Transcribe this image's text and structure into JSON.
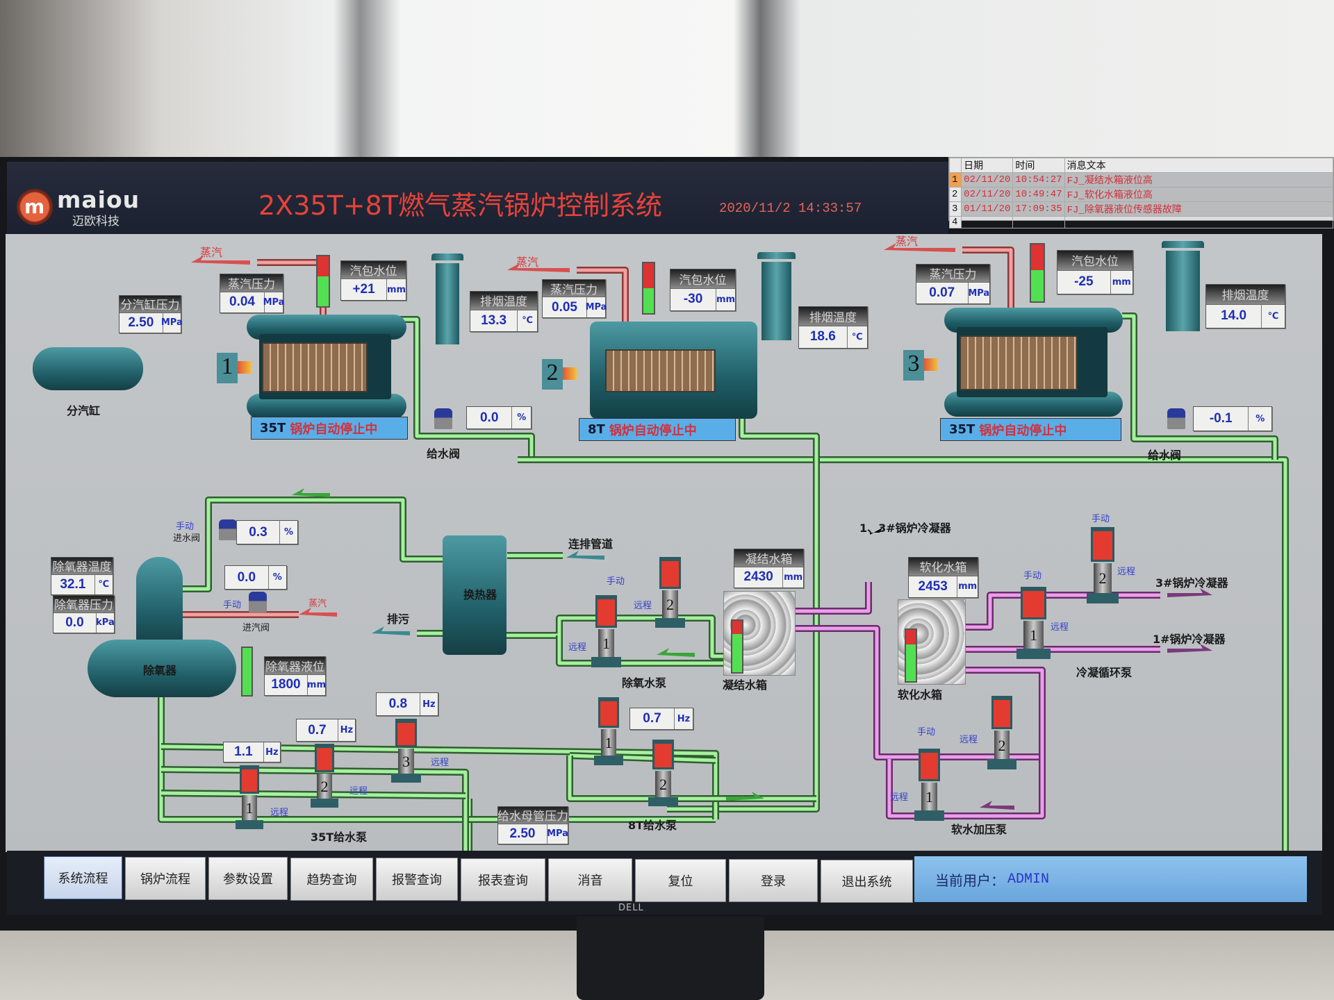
{
  "header": {
    "logo_text": "maiou",
    "logo_mark": "m",
    "logo_cn": "迈欧科技",
    "title": "2X35T+8T燃气蒸汽锅炉控制系统",
    "datetime": "2020/11/2 14:33:57"
  },
  "alarms": {
    "columns": [
      "日期",
      "时间",
      "消息文本"
    ],
    "rows": [
      {
        "n": "1",
        "date": "02/11/20",
        "time": "10:54:27",
        "text": "FJ_凝结水箱液位高"
      },
      {
        "n": "2",
        "date": "02/11/20",
        "time": "10:49:47",
        "text": "FJ_软化水箱液位高"
      },
      {
        "n": "3",
        "date": "01/11/20",
        "time": "17:09:35",
        "text": "FJ_除氧器液位传感器故障"
      },
      {
        "n": "4",
        "date": "",
        "time": "",
        "text": ""
      }
    ]
  },
  "boilers": [
    {
      "number": "1",
      "status_prefix": "35T",
      "status": "锅炉自动停止中",
      "drum_level_fraction": 0.6
    },
    {
      "number": "2",
      "status_prefix": "8T",
      "status": "锅炉自动停止中",
      "drum_level_fraction": 0.5
    },
    {
      "number": "3",
      "status_prefix": "35T",
      "status": "锅炉自动停止中",
      "drum_level_fraction": 0.55
    }
  ],
  "panels": {
    "splitter_pressure": {
      "label": "分汽缸压力",
      "value": "2.50",
      "unit": "MPa"
    },
    "b1_steam_pressure": {
      "label": "蒸汽压力",
      "value": "0.04",
      "unit": "MPa"
    },
    "b1_drum_level": {
      "label": "汽包水位",
      "value": "+21",
      "unit": "mm"
    },
    "b1_flue_temp": {
      "label": "排烟温度",
      "value": "13.3",
      "unit": "℃"
    },
    "b1_feed_valve": {
      "value": "0.0",
      "unit": "%"
    },
    "b2_steam_pressure": {
      "label": "蒸汽压力",
      "value": "0.05",
      "unit": "MPa"
    },
    "b2_drum_level": {
      "label": "汽包水位",
      "value": "-30",
      "unit": "mm"
    },
    "b2_flue_temp": {
      "label": "排烟温度",
      "value": "18.6",
      "unit": "℃"
    },
    "b3_steam_pressure": {
      "label": "蒸汽压力",
      "value": "0.07",
      "unit": "MPa"
    },
    "b3_drum_level": {
      "label": "汽包水位",
      "value": "-25",
      "unit": "mm"
    },
    "b3_flue_temp": {
      "label": "排烟温度",
      "value": "14.0",
      "unit": "℃"
    },
    "b3_feed_valve": {
      "value": "-0.1",
      "unit": "%"
    },
    "inlet_valve": {
      "value": "0.3",
      "unit": "%"
    },
    "deaerator_temp": {
      "label": "除氧器温度",
      "value": "32.1",
      "unit": "℃"
    },
    "deaerator_pressure": {
      "label": "除氧器压力",
      "value": "0.0",
      "unit": "kPa"
    },
    "steam_inlet_valve": {
      "value": "0.0",
      "unit": "%"
    },
    "deaerator_level": {
      "label": "除氧器液位",
      "value": "1800",
      "unit": "mm"
    },
    "condensate_tank": {
      "label": "凝结水箱",
      "value": "2430",
      "unit": "mm"
    },
    "soft_tank": {
      "label": "软化水箱",
      "value": "2453",
      "unit": "mm"
    },
    "pump35_1_freq": {
      "value": "1.1",
      "unit": "Hz"
    },
    "pump35_2_freq": {
      "value": "0.7",
      "unit": "Hz"
    },
    "pump35_3_freq": {
      "value": "0.8",
      "unit": "Hz"
    },
    "pump8_freq": {
      "value": "0.7",
      "unit": "Hz"
    },
    "feed_header_pressure": {
      "label": "给水母管压力",
      "value": "2.50",
      "unit": "MPa"
    }
  },
  "levels": {
    "deaerator_fraction": 1.0,
    "condensate_fraction": 0.75,
    "soft_fraction": 0.72
  },
  "labels": [
    "蒸汽",
    "蒸汽",
    "蒸汽",
    "分汽缸",
    "给水阀",
    "给水阀",
    "手动",
    "进水阀",
    "手动",
    "进汽阀",
    "蒸汽",
    "除氧器",
    "换热器",
    "连排管道",
    "排污",
    "手动",
    "远程",
    "远程",
    "除氧水泵",
    "凝结水箱",
    "1、3#锅炉冷凝器",
    "软化水箱",
    "手动",
    "远程",
    "手动",
    "远程",
    "3#锅炉冷凝器",
    "1#锅炉冷凝器",
    "冷凝循环泵",
    "远程",
    "远程",
    "远程",
    "35T给水泵",
    "8T给水泵",
    "手动",
    "远程",
    "远程",
    "软水加压泵"
  ],
  "pumps": [
    "1",
    "2",
    "1",
    "2",
    "1",
    "2",
    "3",
    "1",
    "2",
    "1",
    "2"
  ],
  "nav": {
    "items": [
      "系统流程",
      "锅炉流程",
      "参数设置",
      "趋势查询",
      "报警查询",
      "报表查询",
      "消音",
      "复位",
      "登录",
      "退出系统"
    ],
    "active": "系统流程",
    "user_label": "当前用户：",
    "user_name": "ADMIN"
  },
  "monitor_brand": "DELL",
  "colors": {
    "water_pipe": "#a6f0a0",
    "steam_pipe": "#f09a9a",
    "condensate_pipe": "#e79be8",
    "accent_blue": "#1e2fb5",
    "title_red": "#e8423a"
  }
}
